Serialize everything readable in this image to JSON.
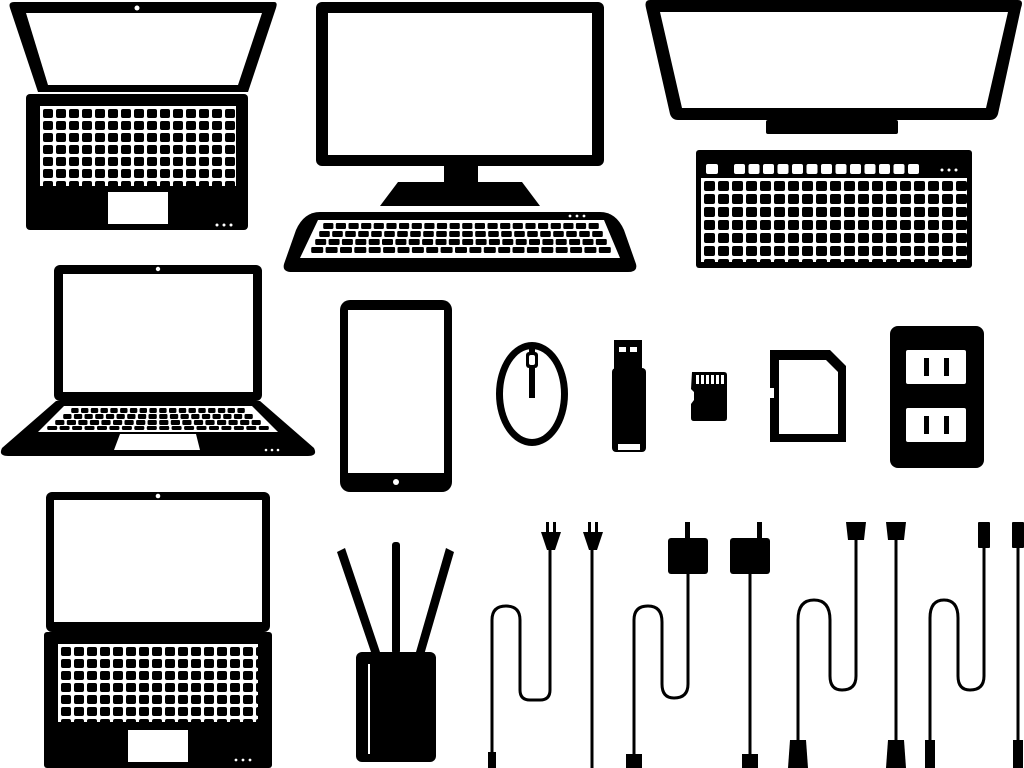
{
  "colors": {
    "ink": "#000000",
    "paper": "#ffffff"
  },
  "icons": [
    {
      "id": "laptop-top-view",
      "icon": "laptop-icon"
    },
    {
      "id": "desktop-monitor-keyboard",
      "icon": "desktop-computer-icon"
    },
    {
      "id": "monitor-with-keyboard",
      "icon": "monitor-icon"
    },
    {
      "id": "laptop-open",
      "icon": "laptop-icon"
    },
    {
      "id": "smartphone",
      "icon": "smartphone-icon"
    },
    {
      "id": "mouse",
      "icon": "mouse-icon"
    },
    {
      "id": "usb-flash-drive",
      "icon": "usb-drive-icon"
    },
    {
      "id": "micro-sd-card",
      "icon": "microsd-card-icon"
    },
    {
      "id": "sd-card",
      "icon": "sd-card-icon"
    },
    {
      "id": "wall-outlet",
      "icon": "power-outlet-icon"
    },
    {
      "id": "laptop-front",
      "icon": "laptop-icon"
    },
    {
      "id": "wifi-router",
      "icon": "wifi-router-icon"
    },
    {
      "id": "power-cable",
      "icon": "power-plug-cable-icon"
    },
    {
      "id": "ac-adapter",
      "icon": "ac-adapter-icon"
    },
    {
      "id": "vga-cable",
      "icon": "vga-cable-icon"
    },
    {
      "id": "usb-cable",
      "icon": "usb-cable-icon"
    }
  ]
}
